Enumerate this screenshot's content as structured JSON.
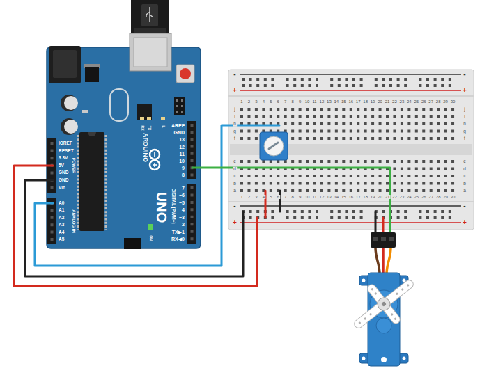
{
  "diagram": {
    "labels": [
      "AREF",
      "GND",
      "13",
      "12",
      "~11",
      "~10",
      "~9",
      "8",
      "7",
      "~6",
      "~5",
      "4",
      "~3",
      "2",
      "TX▶1",
      "RX◀0",
      "DIGITAL (PWM~)",
      "IOREF",
      "RESET",
      "3.3V",
      "5V",
      "GND",
      "GND",
      "Vin",
      "POWER",
      "A0",
      "A1",
      "A2",
      "A3",
      "A4",
      "A5",
      "ANALOG IN",
      "ARDUINO",
      "UNO",
      "ON",
      "RX",
      "TX",
      "L",
      "1",
      "2",
      "3",
      "4",
      "5",
      "6",
      "7",
      "8",
      "9",
      "10",
      "11",
      "12",
      "13",
      "14",
      "15",
      "16",
      "17",
      "18",
      "19",
      "20",
      "21",
      "22",
      "23",
      "24",
      "25",
      "26",
      "27",
      "28",
      "29",
      "30",
      "1",
      "2",
      "3",
      "4",
      "5",
      "6",
      "7",
      "8",
      "9",
      "10",
      "11",
      "12",
      "13",
      "14",
      "15",
      "16",
      "17",
      "18",
      "19",
      "20",
      "21",
      "22",
      "23",
      "24",
      "25",
      "26",
      "27",
      "28",
      "29",
      "30",
      "j",
      "i",
      "h",
      "g",
      "f",
      "e",
      "d",
      "c",
      "b",
      "a",
      "j",
      "i",
      "h",
      "g",
      "f",
      "e",
      "d",
      "c",
      "b",
      "a",
      "-",
      "+",
      "-",
      "+",
      "-",
      "+",
      "-",
      "+"
    ]
  }
}
